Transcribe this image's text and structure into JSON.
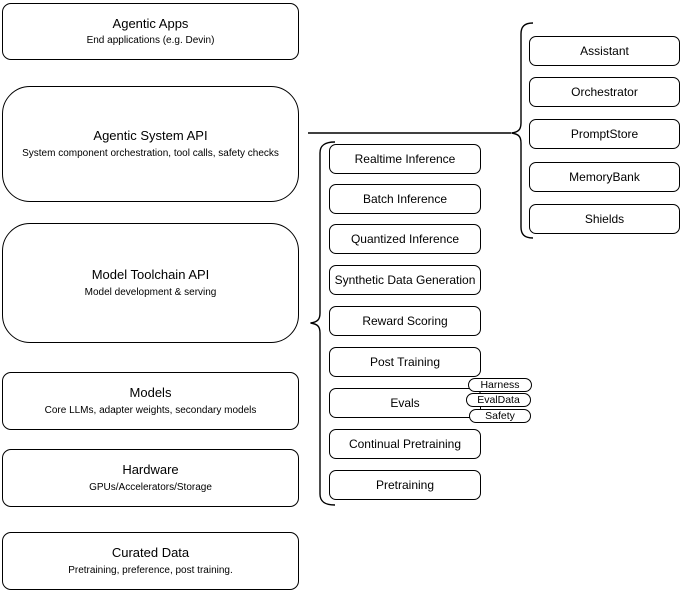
{
  "diagram": {
    "colors": {
      "background": "#ffffff",
      "stroke": "#000000",
      "fill": "#ffffff",
      "text": "#000000"
    },
    "left_stack": [
      {
        "title": "Agentic Apps",
        "subtitle": "End applications (e.g. Devin)"
      },
      {
        "title": "Agentic System API",
        "subtitle": "System component orchestration, tool calls, safety checks"
      },
      {
        "title": "Model Toolchain API",
        "subtitle": "Model development & serving"
      },
      {
        "title": "Models",
        "subtitle": "Core LLMs, adapter weights, secondary models"
      },
      {
        "title": "Hardware",
        "subtitle": "GPUs/Accelerators/Storage"
      },
      {
        "title": "Curated Data",
        "subtitle": "Pretraining, preference, post training."
      }
    ],
    "toolchain_items": [
      "Realtime Inference",
      "Batch Inference",
      "Quantized Inference",
      "Synthetic Data Generation",
      "Reward Scoring",
      "Post Training",
      "Evals",
      "Continual Pretraining",
      "Pretraining"
    ],
    "eval_tags": [
      "Harness",
      "EvalData",
      "Safety"
    ],
    "system_components": [
      "Assistant",
      "Orchestrator",
      "PromptStore",
      "MemoryBank",
      "Shields"
    ]
  }
}
